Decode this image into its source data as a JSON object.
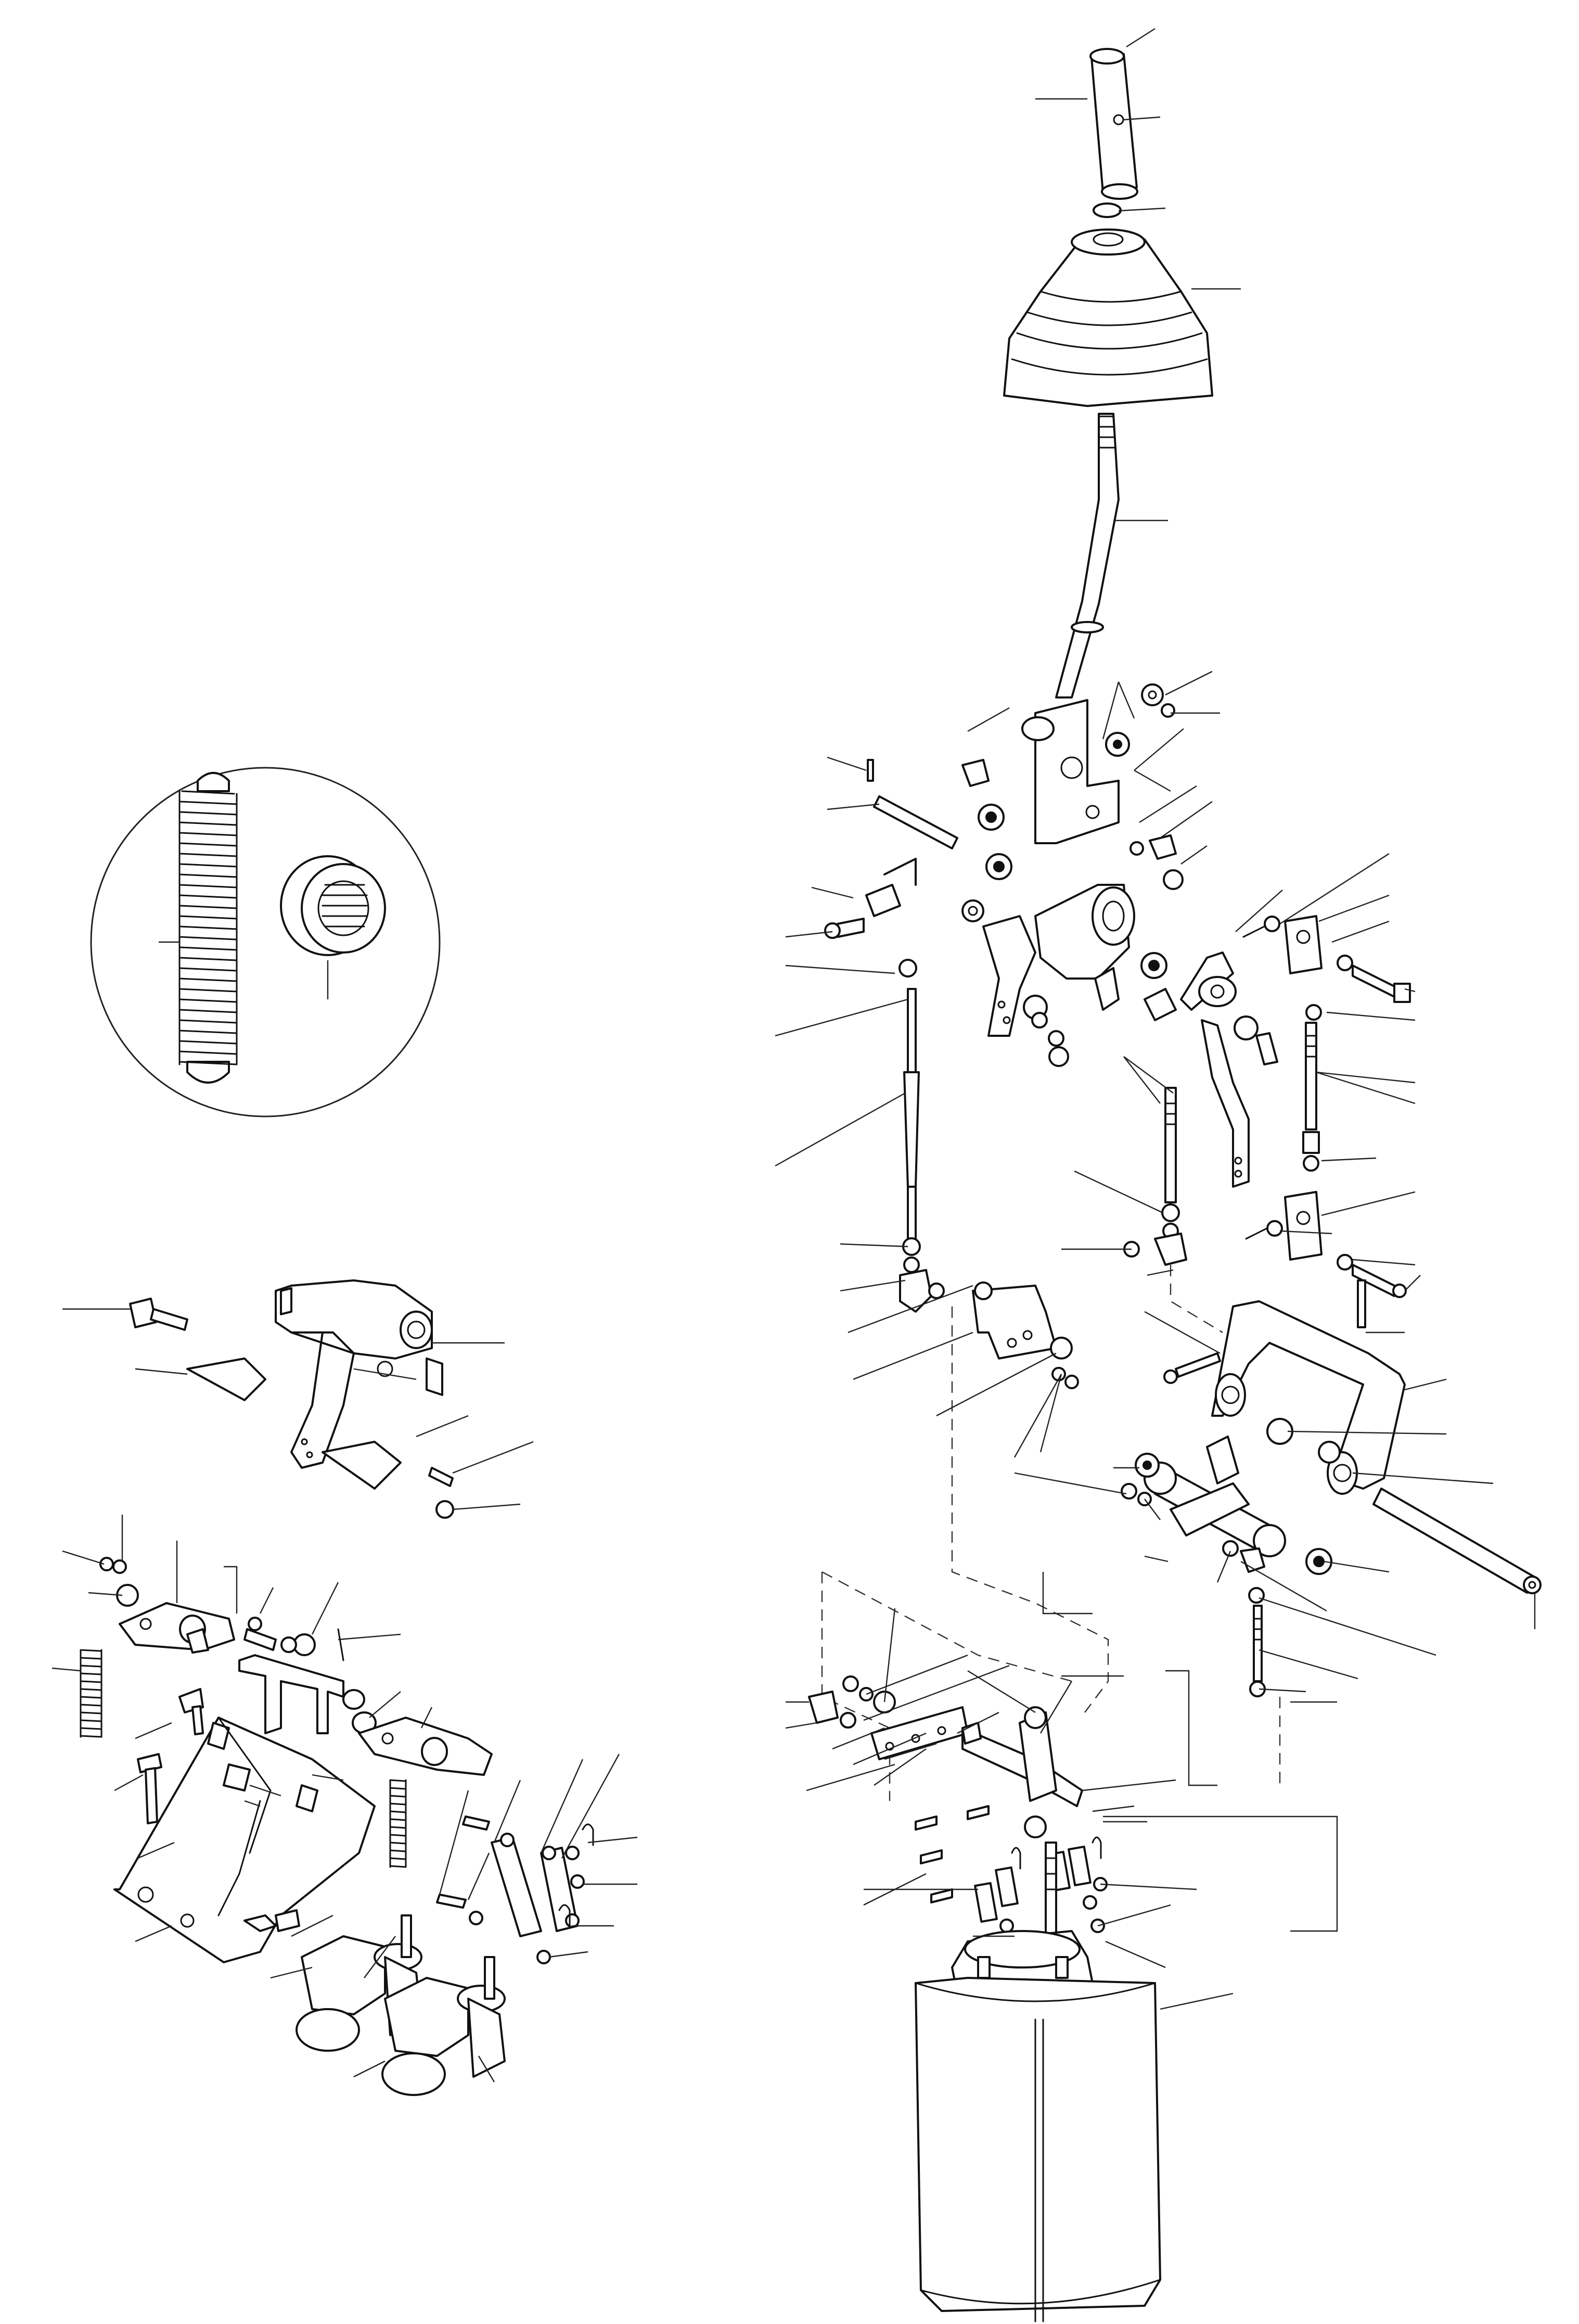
{
  "figure": {
    "kind": "exploded parts diagram (unlabelled)",
    "text_labels": [],
    "line_color": "#111111",
    "background": "#ffffff"
  },
  "assemblies": [
    {
      "name": "control-lever-and-linkage",
      "icon": "lever-icon"
    },
    {
      "name": "detail-inset",
      "icon": "spring-icon"
    },
    {
      "name": "left-pedal-bracket",
      "icon": "bracket-icon"
    },
    {
      "name": "hydraulic-reservoir",
      "icon": "tank-icon"
    }
  ]
}
